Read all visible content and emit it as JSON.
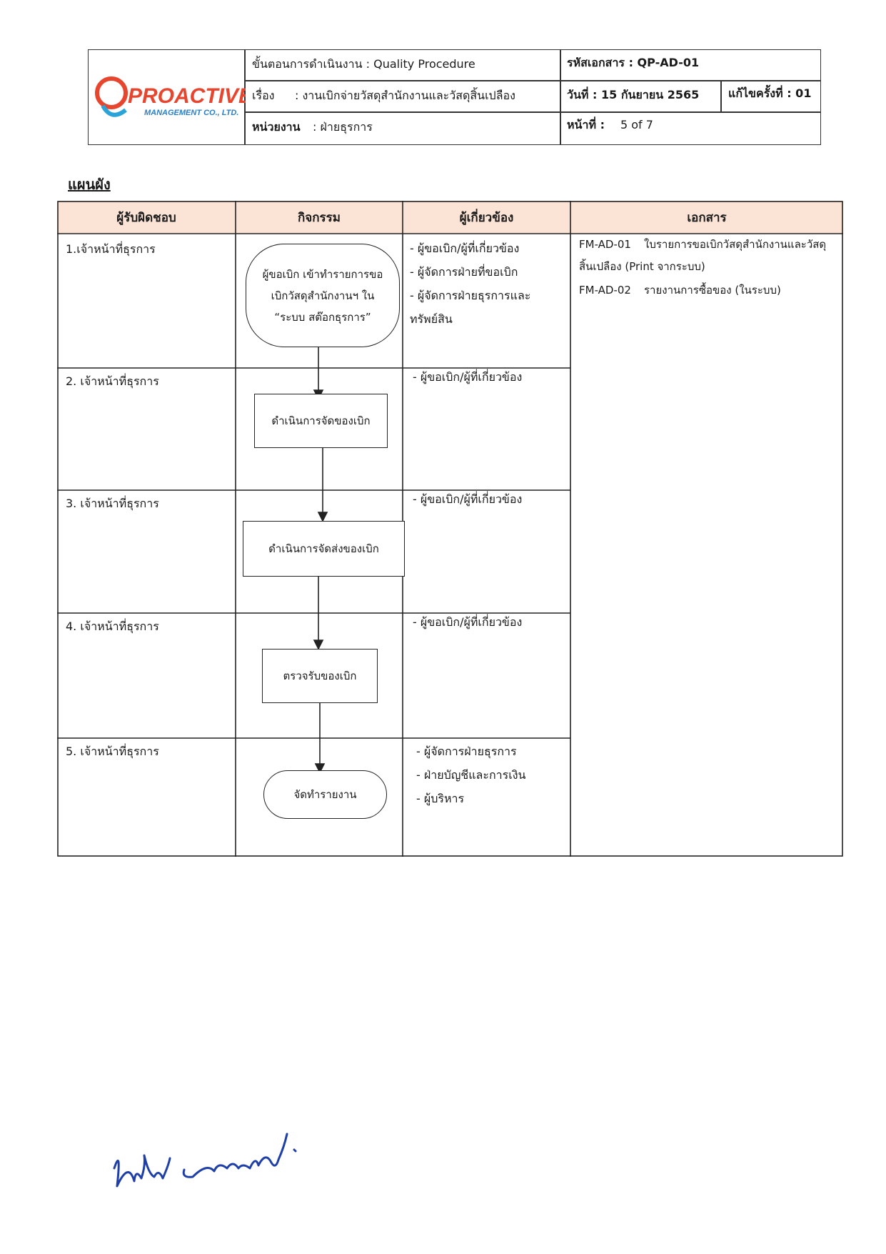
{
  "header": {
    "procedure_label": "ขั้นตอนการดำเนินงาน : Quality Procedure",
    "doc_code": "รหัสเอกสาร : QP-AD-01",
    "subject_label": "เรื่อง",
    "subject_value": ": งานเบิกจ่ายวัสดุสำนักงานและวัสดุสิ้นเปลือง",
    "date": "วันที่ : 15 กันยายน 2565",
    "revision": "แก้ไขครั้งที่ : 01",
    "unit_label": "หน่วยงาน",
    "unit_value": ": ฝ่ายธุรการ",
    "page_label": "หน้าที่ :",
    "page_value": "5 of 7",
    "logo_text": "PROACTIVE",
    "logo_sub": "MANAGEMENT CO., LTD."
  },
  "section_title": "แผนผัง",
  "table": {
    "col_responsible": "ผู้รับผิดชอบ",
    "col_activity": "กิจกรรม",
    "col_related": "ผู้เกี่ยวข้อง",
    "col_documents": "เอกสาร",
    "rows": [
      {
        "responsible": "1.เจ้าหน้าที่ธุรการ",
        "activity_lines": [
          "ผู้ขอเบิก เข้าทำรายการขอ",
          "เบิกวัสดุสำนักงานฯ ใน",
          "“ระบบ สต๊อกธุรการ”"
        ],
        "related": [
          "- ผู้ขอเบิก/ผู้ที่เกี่ยวข้อง",
          "- ผู้จัดการฝ่ายที่ขอเบิก",
          "- ผู้จัดการฝ่ายธุรการและ",
          "ทรัพย์สิน"
        ]
      },
      {
        "responsible": "2. เจ้าหน้าที่ธุรการ",
        "activity_lines": [
          "ดำเนินการจัดของเบิก"
        ],
        "related": [
          "-  ผู้ขอเบิก/ผู้ที่เกี่ยวข้อง"
        ]
      },
      {
        "responsible": "3.  เจ้าหน้าที่ธุรการ",
        "activity_lines": [
          "ดำเนินการจัดส่งของเบิก"
        ],
        "related": [
          "- ผู้ขอเบิก/ผู้ที่เกี่ยวข้อง"
        ]
      },
      {
        "responsible": "4.  เจ้าหน้าที่ธุรการ",
        "activity_lines": [
          "ตรวจรับของเบิก"
        ],
        "related": [
          "- ผู้ขอเบิก/ผู้ที่เกี่ยวข้อง"
        ]
      },
      {
        "responsible": "5.  เจ้าหน้าที่ธุรการ",
        "activity_lines": [
          "จัดทำรายงาน"
        ],
        "related": [
          "-  ผู้จัดการฝ่ายธุรการ",
          "-  ฝ่ายบัญชีและการเงิน",
          "-  ผู้บริหาร"
        ]
      }
    ],
    "documents": [
      {
        "code": "FM-AD-01",
        "name": "ใบรายการขอเบิกวัสดุสำนักงานและวัสดุ",
        "name2": "สิ้นเปลือง (Print จากระบบ)"
      },
      {
        "code": "FM-AD-02",
        "name": "รายงานการซื้อของ (ในระบบ)"
      }
    ]
  },
  "colors": {
    "header_fill": "#fbe4d6",
    "border": "#222222",
    "signature": "#1f3fa8"
  }
}
